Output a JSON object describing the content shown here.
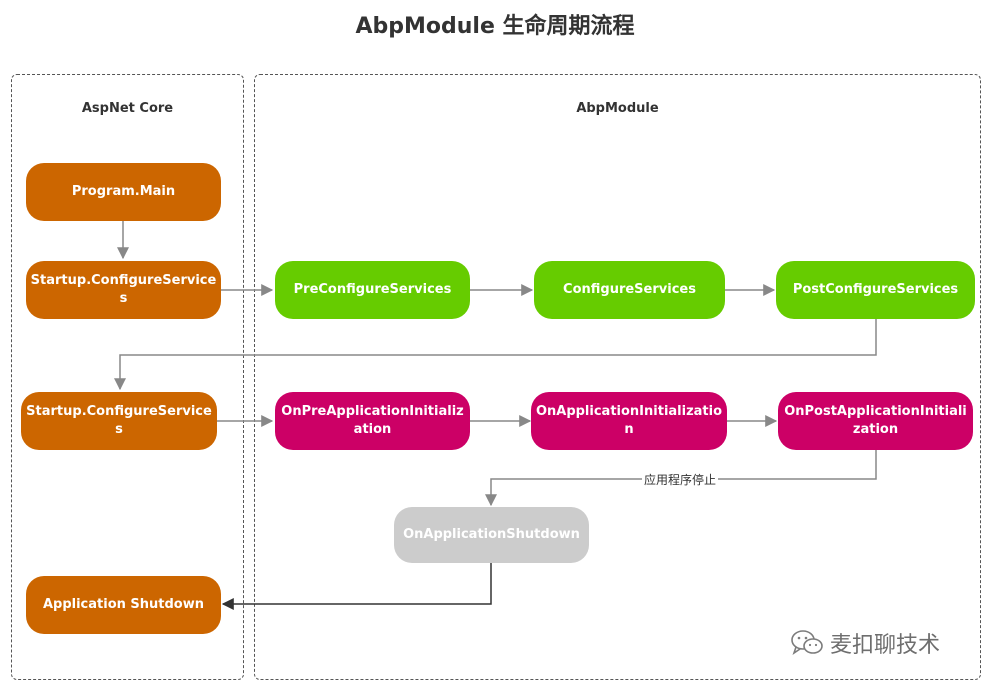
{
  "title": "AbpModule 生命周期流程",
  "groups": {
    "aspnet": "AspNet Core",
    "abp": "AbpModule"
  },
  "nodes": {
    "program_main": "Program.Main",
    "startup_configure_services_1": "Startup.ConfigureServices",
    "pre_configure_services": "PreConfigureServices",
    "configure_services": "ConfigureServices",
    "post_configure_services": "PostConfigureServices",
    "startup_configure_services_2": "Startup.ConfigureServices",
    "on_pre_application_initialization": "OnPreApplicationInitialization",
    "on_application_initialization": "OnApplicationInitialization",
    "on_post_application_initialization": "OnPostApplicationInitialization",
    "on_application_shutdown": "OnApplicationShutdown",
    "application_shutdown": "Application Shutdown"
  },
  "edge_labels": {
    "app_stop": "应用程序停止"
  },
  "watermark": "麦扣聊技术",
  "colors": {
    "aspnet_node": "#cc6600",
    "configure_phase": "#66cc00",
    "init_phase": "#cc0066",
    "shutdown_phase": "#cccccc",
    "connector": "#888888"
  }
}
